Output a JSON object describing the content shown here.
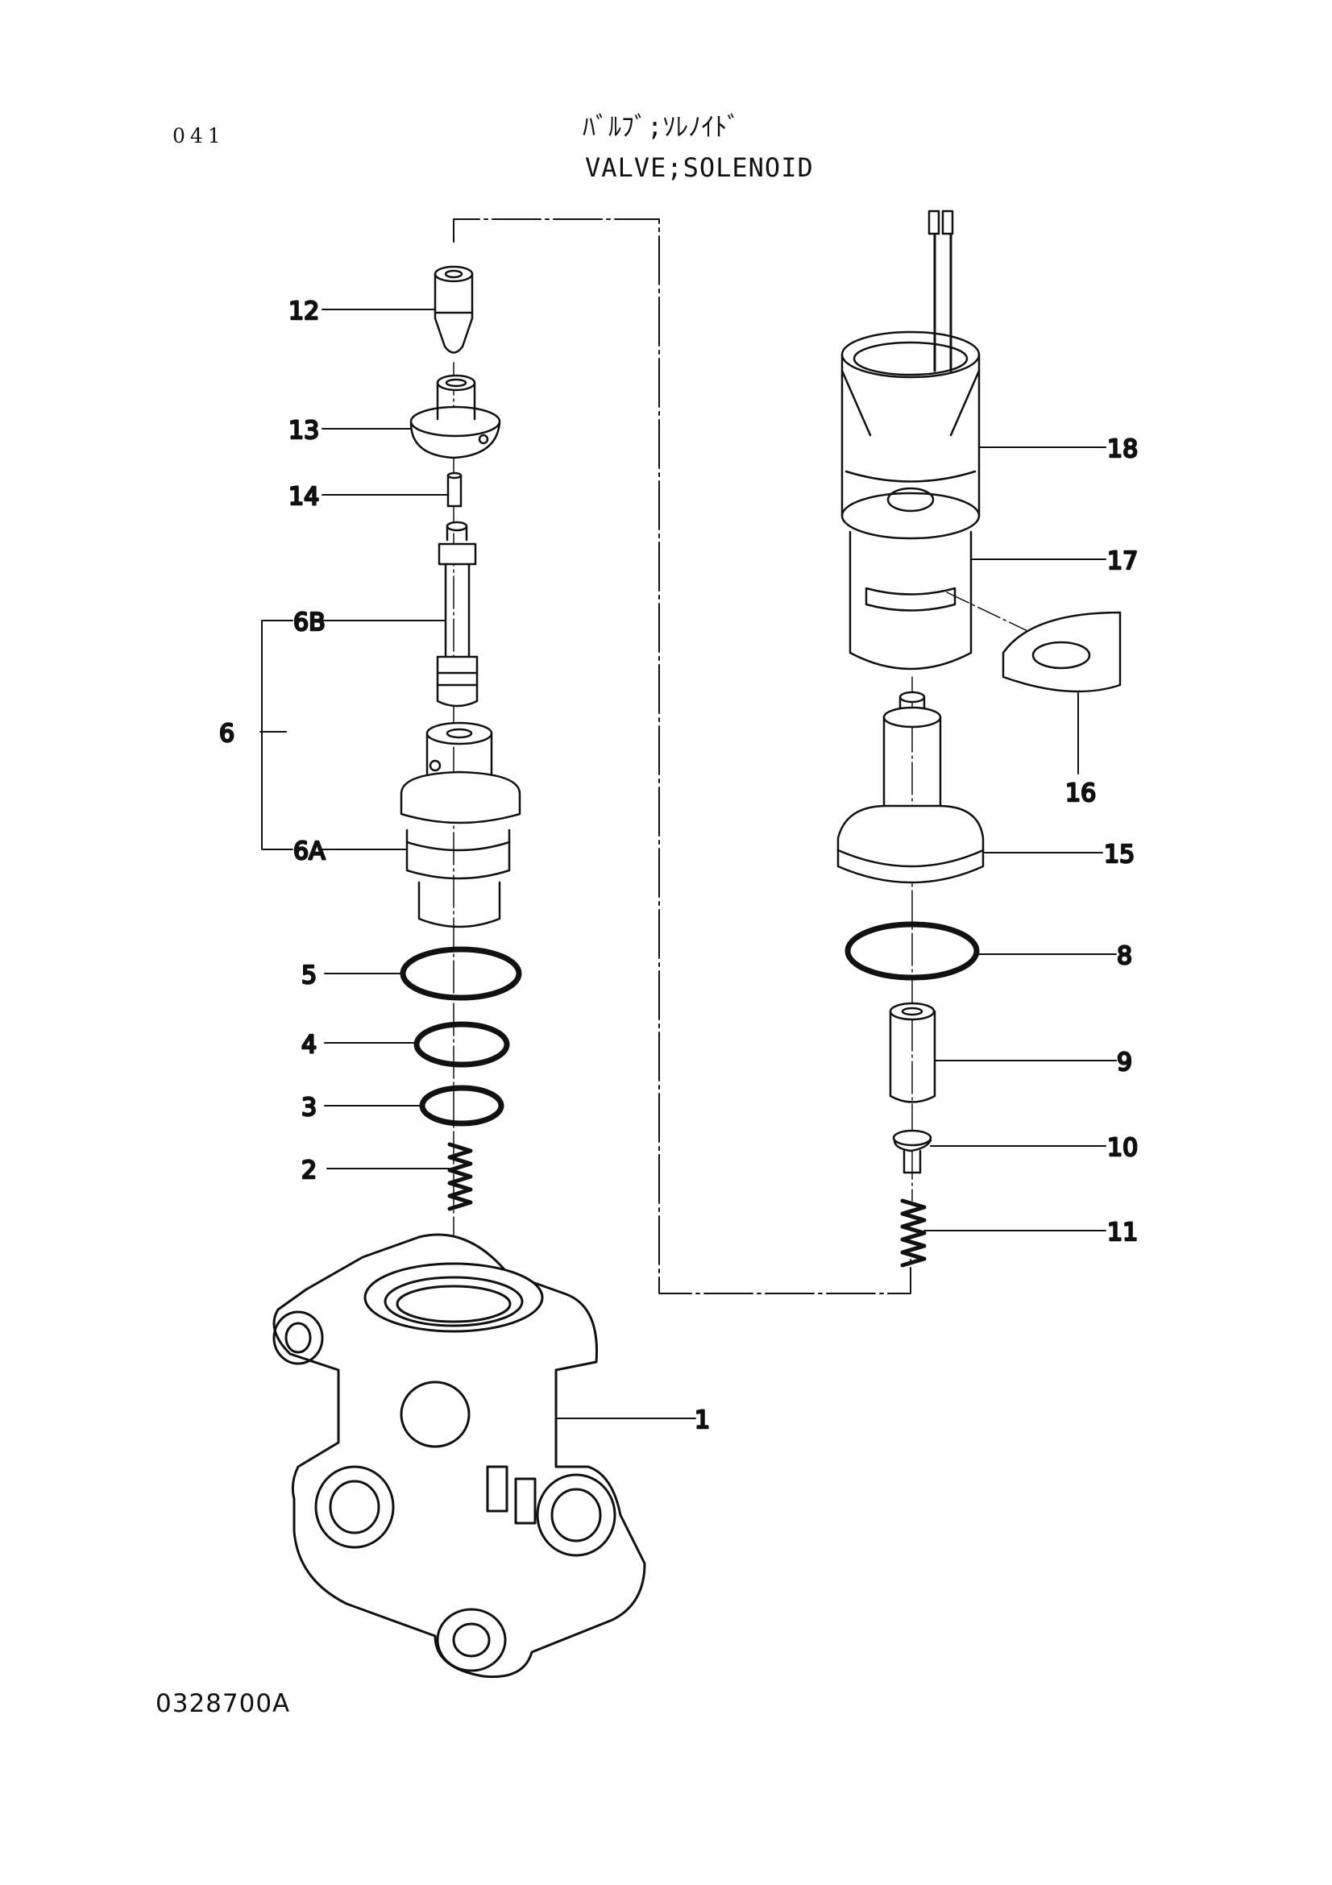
{
  "header": {
    "page_number": "041",
    "title_kana": "ﾊﾞﾙﾌﾞ;ｿﾚﾉｲﾄﾞ",
    "title_en": "VALVE;SOLENOID"
  },
  "footer": {
    "drawing_number": "0328700A"
  },
  "callouts": {
    "p1": "1",
    "p2": "2",
    "p3": "3",
    "p4": "4",
    "p5": "5",
    "p6": "6",
    "p6a": "6A",
    "p6b": "6B",
    "p8": "8",
    "p9": "9",
    "p10": "10",
    "p11": "11",
    "p12": "12",
    "p13": "13",
    "p14": "14",
    "p15": "15",
    "p16": "16",
    "p17": "17",
    "p18": "18"
  }
}
